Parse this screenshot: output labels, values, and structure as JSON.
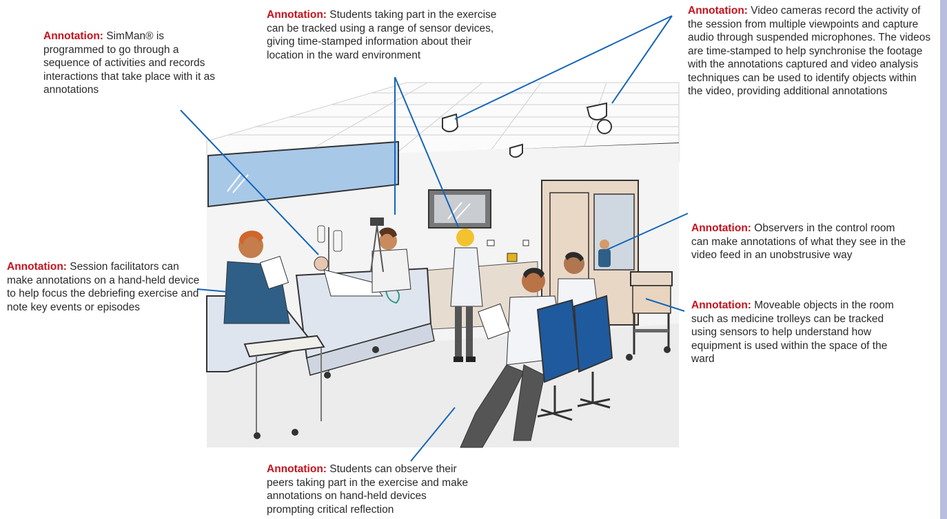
{
  "colors": {
    "annotation_label": "#c5121c",
    "leader_line": "#1565b7",
    "rail": "#b9bede",
    "floor": "#ececec",
    "window": "#a8c8e8",
    "chair": "#1f5a9e",
    "door": "#e9d7c6"
  },
  "annotations": {
    "simman": {
      "label": "Annotation:",
      "text": "SimMan® is programmed to go through a sequence of activities and records interactions that take place with it as annotations"
    },
    "sensors": {
      "label": "Annotation:",
      "text": "Students taking part in the exercise can be tracked using a range of sensor devices, giving time-stamped information about their location in the ward environment"
    },
    "cameras": {
      "label": "Annotation:",
      "text": "Video cameras record the activity of the session from multiple viewpoints and capture audio through suspended microphones. The videos are time-stamped to help synchronise the footage with the annotations captured and video analysis techniques can be used to identify objects within the video, providing additional annotations"
    },
    "observers": {
      "label": "Annotation:",
      "text": "Observers in the control room can make annotations of what they see in the video feed in an unobstrusive way"
    },
    "facilitators": {
      "label": "Annotation:",
      "text": "Session facilitators can make annotations on a hand-held device to help focus the debriefing exercise and note key events or episodes"
    },
    "moveable": {
      "label": "Annotation:",
      "text": "Moveable objects in the room such as medicine trolleys can be tracked using sensors to help understand how equipment is used within the space of the ward"
    },
    "students": {
      "label": "Annotation:",
      "text": "Students can observe their peers taking part in the exercise and make annotations on hand-held devices prompting critical reflection"
    }
  }
}
